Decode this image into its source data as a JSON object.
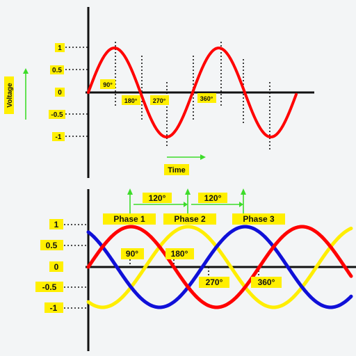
{
  "background": "#f3f5f6",
  "colors": {
    "axis": "#111111",
    "label_bg": "#ffef00",
    "arrow": "#3ddc2a",
    "phase1": "#ff0000",
    "phase2": "#ffee00",
    "phase3": "#1010d8",
    "single_wave": "#ff0000",
    "guide_lines": "#111111"
  },
  "single_phase": {
    "ylabel": "Voltage",
    "xlabel": "Time",
    "y_ticks": [
      "1",
      "0.5",
      "0",
      "-0.5",
      "-1"
    ],
    "angle_labels": [
      "90°",
      "180°",
      "270°",
      "360°"
    ]
  },
  "three_phase": {
    "y_ticks": [
      "1",
      "0.5",
      "0",
      "-0.5",
      "-1"
    ],
    "phase_labels": [
      "Phase 1",
      "Phase 2",
      "Phase 3"
    ],
    "shift_labels": [
      "120°",
      "120°"
    ],
    "angle_labels": [
      "90°",
      "180°",
      "270°",
      "360°"
    ]
  }
}
